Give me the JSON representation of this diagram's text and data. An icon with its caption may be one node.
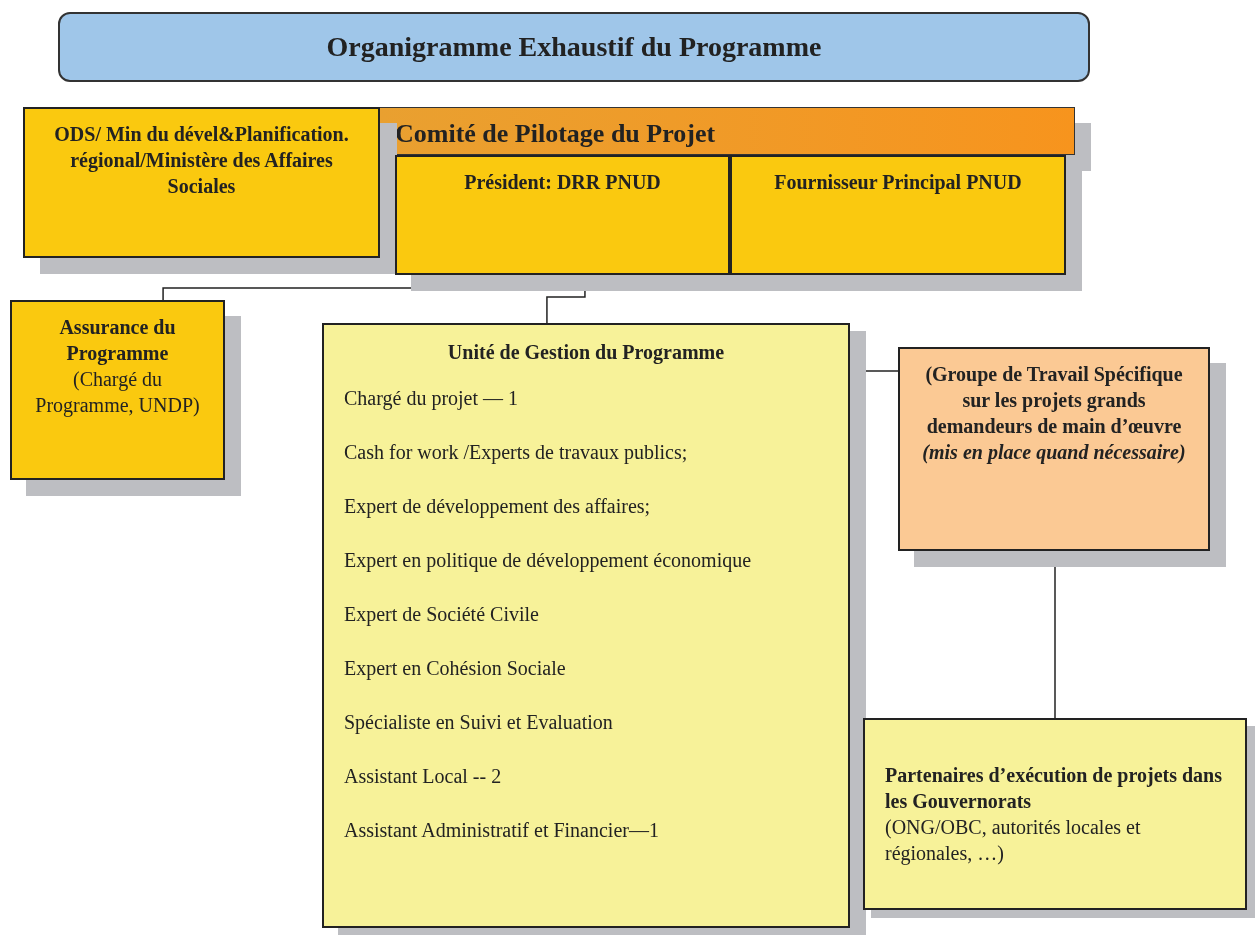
{
  "diagram": {
    "nodes": [
      {
        "text": [
          "Organigramme Exhaustif du Programme"
        ]
      },
      {
        "text": [
          "Comité de Pilotage du Projet"
        ]
      },
      {
        "text": [
          "ODS/ Min du dével&Planification. régional/Ministère des Affaires Sociales"
        ]
      },
      {
        "text": [
          "Président: DRR PNUD"
        ]
      },
      {
        "text": [
          "Fournisseur Principal PNUD"
        ]
      },
      {
        "text": [
          "Assurance du Programme",
          "(Chargé du Programme, UNDP)"
        ]
      },
      {
        "text": [
          "Unité de Gestion du Programme",
          "Chargé du projet — 1",
          "Cash for work /Experts de travaux publics;",
          "Expert de développement des affaires;",
          "Expert en politique de développement économique",
          "Expert de Société Civile",
          "Expert en Cohésion Sociale",
          "Spécialiste en Suivi et Evaluation",
          "Assistant Local -- 2",
          "Assistant Administratif et Financier—1"
        ]
      },
      {
        "text": [
          "(Groupe de Travail Spécifique sur les projets grands demandeurs de main d’œuvre *(mis en place quand nécessaire)*"
        ]
      },
      {
        "text": [
          "Partenaires d’exécution de projets dans les Gouvernorats",
          "(ONG/OBC, autorités locales et régionales, …)"
        ]
      }
    ],
    "edges": [
      {
        "from": 3,
        "to": 5,
        "arrow": "none"
      },
      {
        "from": 3,
        "to": 6,
        "arrow": "none"
      },
      {
        "from": 6,
        "to": 7,
        "arrow": "none"
      },
      {
        "from": 7,
        "to": 8,
        "arrow": "none"
      }
    ]
  }
}
